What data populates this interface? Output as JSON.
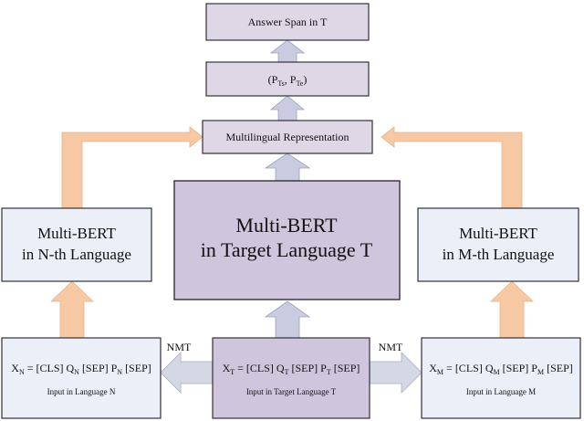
{
  "colors": {
    "box_fill": "#ddd7e6",
    "box_fill_dark": "#cfc6dd",
    "box_fill_light": "#ebf0f8",
    "box_stroke": "#33303a",
    "arrow_up": "#c9cbe0",
    "arrow_orange": "#f6c8a3",
    "arrow_side": "#d4d8e4"
  },
  "answer_span": "Answer Span in T",
  "positions": {
    "open": "(P",
    "ts_sub": "Ts",
    "comma": ", P",
    "te_sub": "Te",
    "close": ")"
  },
  "representation": "Multilingual Representation",
  "bert_left": {
    "line1": "Multi-BERT",
    "line2": "in N-th Language"
  },
  "bert_center": {
    "line1": "Multi-BERT",
    "line2": "in Target Language T"
  },
  "bert_right": {
    "line1": "Multi-BERT",
    "line2": "in M-th Language"
  },
  "input_left": {
    "x": "X",
    "x_sub": "N",
    "eq": " = [CLS] Q",
    "q_sub": "N",
    "sep1": " [SEP] P",
    "p_sub": "N",
    "sep2": " [SEP]",
    "caption": "Input in Language N"
  },
  "input_center": {
    "x": "X",
    "x_sub": "T",
    "eq": " = [CLS] Q",
    "q_sub": "T",
    "sep1": " [SEP] P",
    "p_sub": "T",
    "sep2": " [SEP]",
    "caption": "Input  in Target Language T"
  },
  "input_right": {
    "x": "X",
    "x_sub": "M",
    "eq": " = [CLS] Q",
    "q_sub": "M",
    "sep1": " [SEP] P",
    "p_sub": "M",
    "sep2": " [SEP]",
    "caption": "Input in Language M"
  },
  "nmt_left": "NMT",
  "nmt_right": "NMT"
}
